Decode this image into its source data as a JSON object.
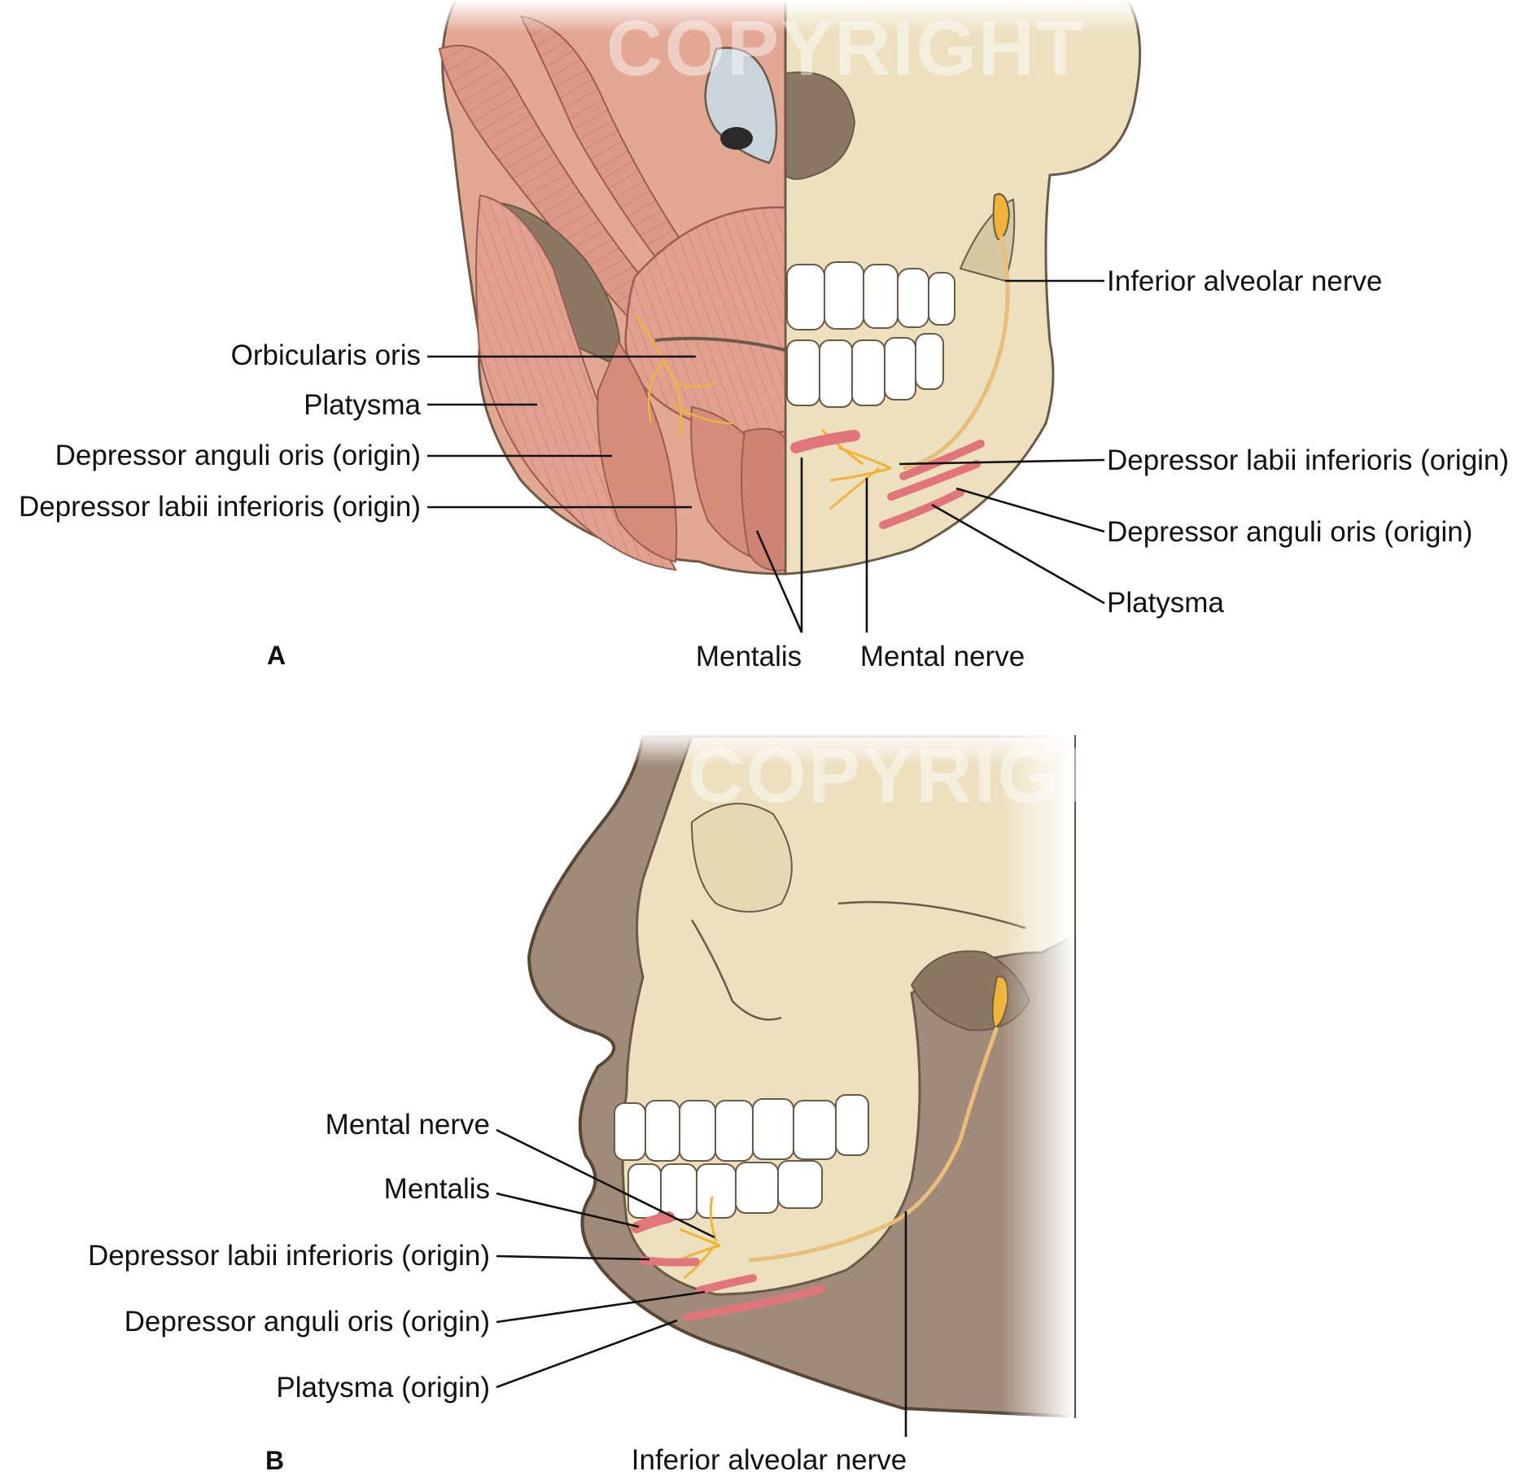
{
  "watermark": "COPYRIGHT",
  "panel_a": {
    "letter": "A",
    "labels_left": {
      "orbicularis_oris": "Orbicularis oris",
      "platysma": "Platysma",
      "depressor_anguli_oris": "Depressor anguli oris (origin)",
      "depressor_labii_inferioris": "Depressor labii inferioris (origin)"
    },
    "labels_right": {
      "inferior_alveolar_nerve": "Inferior alveolar nerve",
      "depressor_labii_inferioris": "Depressor labii inferioris (origin)",
      "depressor_anguli_oris": "Depressor anguli oris (origin)",
      "platysma": "Platysma"
    },
    "labels_bottom": {
      "mentalis": "Mentalis",
      "mental_nerve": "Mental nerve"
    }
  },
  "panel_b": {
    "letter": "B",
    "labels_left": {
      "mental_nerve": "Mental nerve",
      "mentalis": "Mentalis",
      "depressor_labii_inferioris": "Depressor labii inferioris (origin)",
      "depressor_anguli_oris": "Depressor anguli oris (origin)",
      "platysma": "Platysma (origin)"
    },
    "labels_bottom": {
      "inferior_alveolar_nerve": "Inferior alveolar nerve"
    }
  },
  "colors": {
    "bone": "#ece0bf",
    "bone_outline": "#6b5a45",
    "muscle": "#dd9888",
    "muscle_dark": "#b9705f",
    "muscle_origin": "#e0767a",
    "nerve": "#f0b43a",
    "nerve_canal": "#e9bd7a",
    "soft_tissue": "#a08b7a",
    "cartilage": "#c9d4dc",
    "tooth": "#ffffff"
  }
}
